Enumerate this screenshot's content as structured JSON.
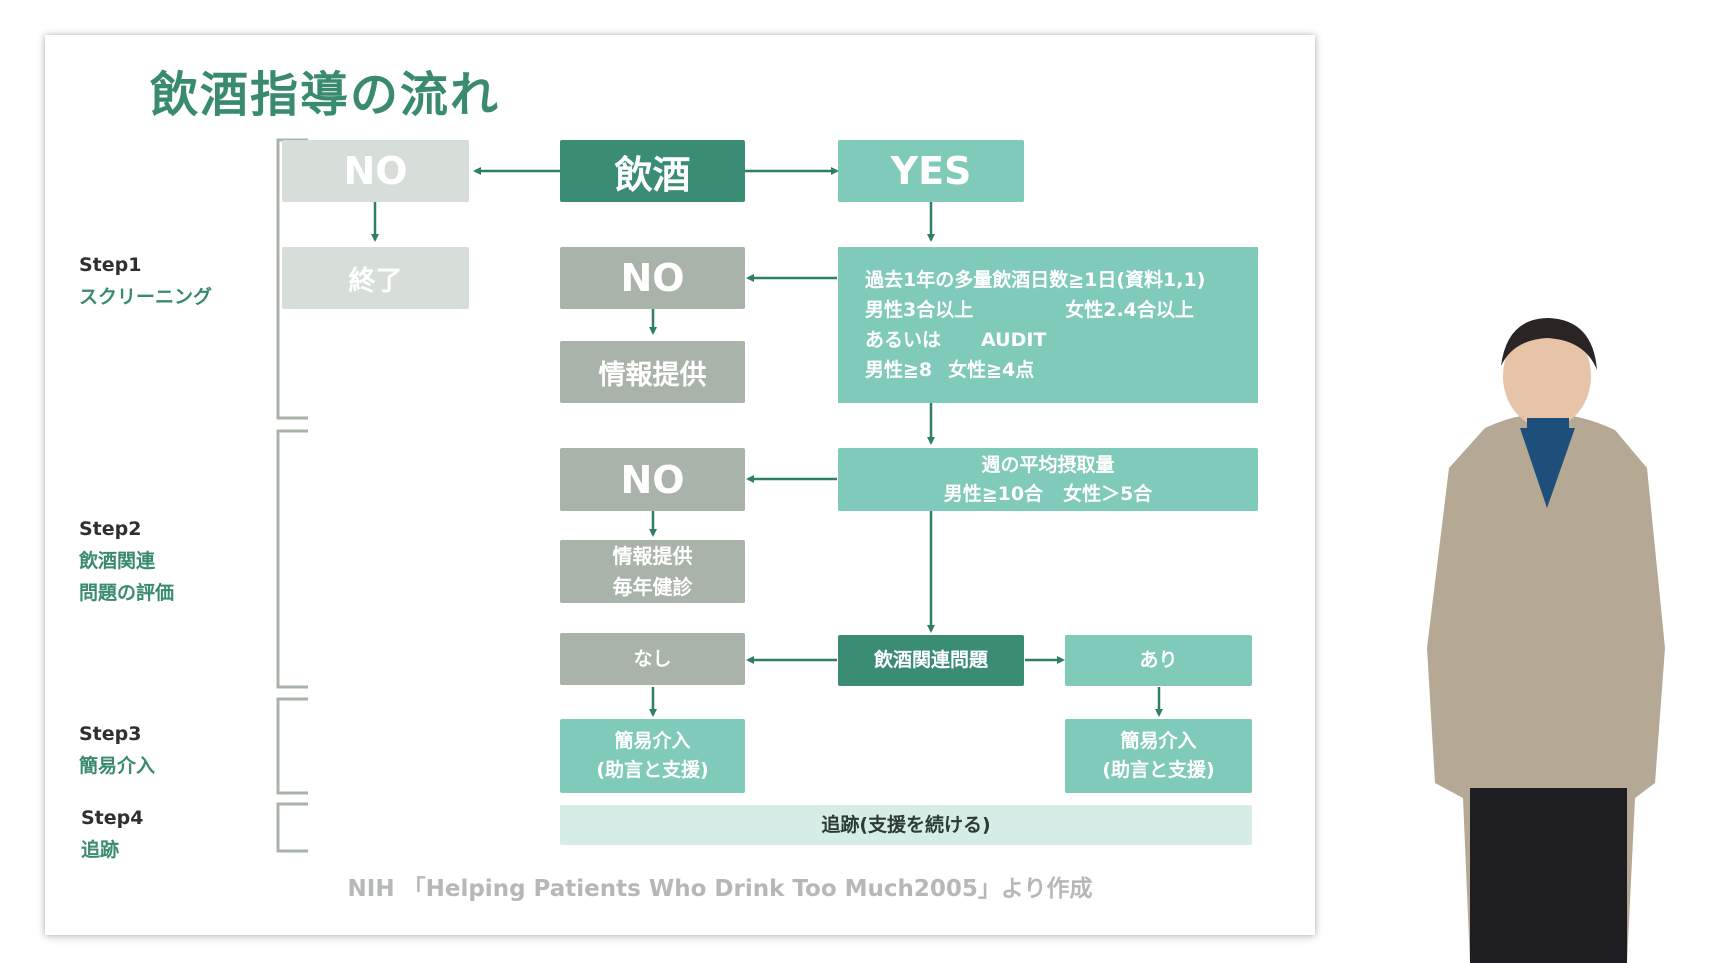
{
  "slide": {
    "title": "飲酒指導の流れ",
    "source": "NIH 「Helping Patients Who Drink Too Much2005」より作成"
  },
  "steps": [
    {
      "name": "Step1",
      "desc": [
        "スクリーニング"
      ]
    },
    {
      "name": "Step2",
      "desc": [
        "飲酒関連",
        "問題の評価"
      ]
    },
    {
      "name": "Step3",
      "desc": [
        "簡易介入"
      ]
    },
    {
      "name": "Step4",
      "desc": [
        "追跡"
      ]
    }
  ],
  "flow": {
    "drinking": "飲酒",
    "no_top": "NO",
    "yes_top": "YES",
    "end": "終了",
    "no_screen": "NO",
    "info_provide": "情報提供",
    "screening_criteria": [
      "過去1年の多量飲酒日数≧1日(資料1,1)",
      "男性3合以上",
      "女性2.4合以上",
      "あるいは",
      "AUDIT",
      "男性≧8",
      "女性≧4点"
    ],
    "no_weekly": "NO",
    "info_checkup": [
      "情報提供",
      "毎年健診"
    ],
    "weekly_criteria": [
      "週の平均摂取量",
      "男性≧10合",
      "女性＞5合"
    ],
    "none": "なし",
    "problem": "飲酒関連問題",
    "present": "あり",
    "brief_left": [
      "簡易介入",
      "(助言と支援)"
    ],
    "brief_right": [
      "簡易介入",
      "(助言と支援)"
    ],
    "followup": "追跡(支援を続ける)"
  },
  "colors": {
    "accent": "#3a8a70",
    "dark_box": "#3a8d74",
    "teal_box": "#7fcab8",
    "gray_box": "#a9b3aa",
    "light_box": "#d7ddd8",
    "pale_box": "#d5ede6",
    "arrow": "#2f7f66"
  }
}
